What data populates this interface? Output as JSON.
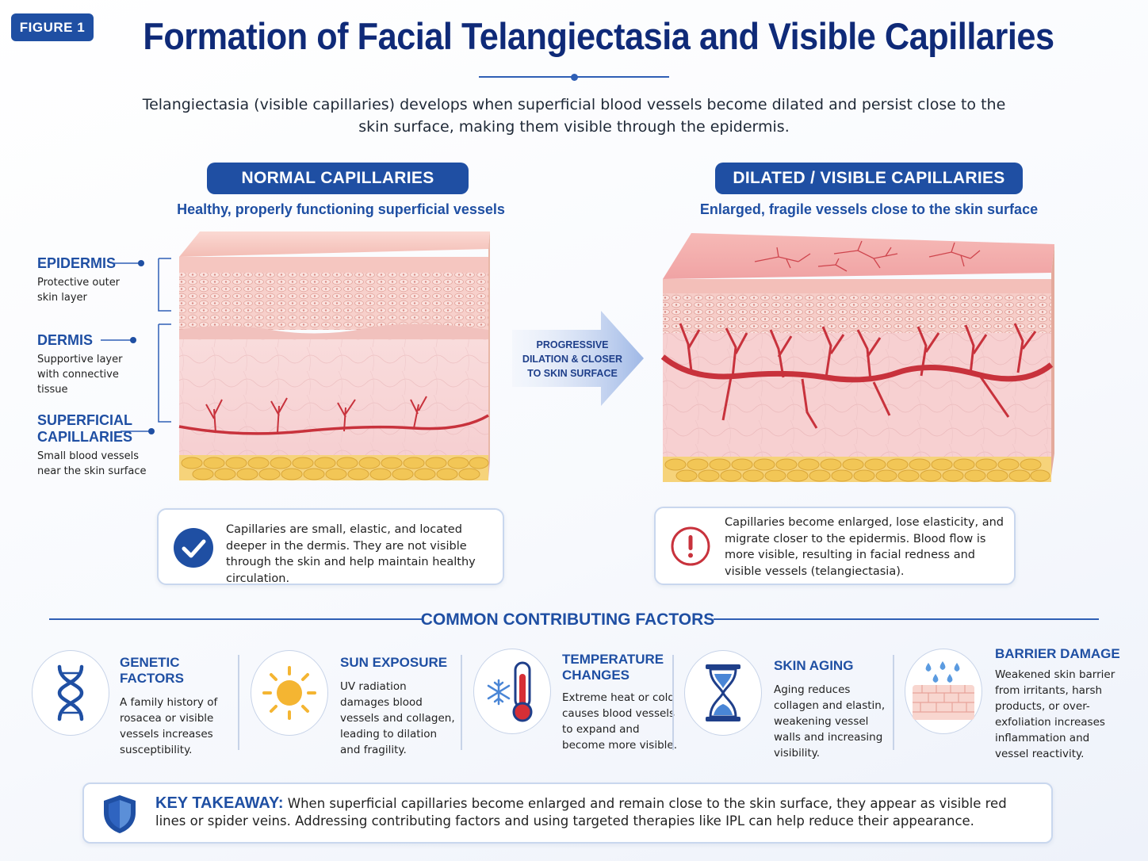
{
  "badge": "FIGURE 1",
  "title": "Formation of Facial Telangiectasia and Visible Capillaries",
  "intro": "Telangiectasia (visible capillaries) develops when superficial blood vessels become dilated and persist close to the skin surface, making them visible through the epidermis.",
  "normal": {
    "label": "NORMAL CAPILLARIES",
    "subtitle": "Healthy, properly functioning superficial vessels",
    "info": "Capillaries are small, elastic, and located deeper in the dermis. They are not visible through the skin and help maintain healthy circulation.",
    "info_icon": "checkmark-icon"
  },
  "dilated": {
    "label": "DILATED / VISIBLE CAPILLARIES",
    "subtitle": "Enlarged, fragile vessels close to the skin surface",
    "info": "Capillaries become enlarged, lose elasticity, and migrate closer to the epidermis. Blood flow is more visible, resulting in facial redness and visible vessels (telangiectasia).",
    "info_icon": "exclamation-icon"
  },
  "layers": [
    {
      "title": "EPIDERMIS",
      "desc": "Protective outer skin layer"
    },
    {
      "title": "DERMIS",
      "desc": "Supportive layer with connective tissue"
    },
    {
      "title": "SUPERFICIAL CAPILLARIES",
      "desc": "Small blood vessels near the skin surface"
    }
  ],
  "arrow": {
    "text": "PROGRESSIVE DILATION & CLOSER TO SKIN SURFACE"
  },
  "factors_title": "COMMON CONTRIBUTING FACTORS",
  "factors": [
    {
      "title": "GENETIC FACTORS",
      "desc": "A family history of rosacea or visible vessels increases susceptibility.",
      "icon": "dna-icon"
    },
    {
      "title": "SUN EXPOSURE",
      "desc": "UV radiation damages blood vessels and collagen, leading to dilation and fragility.",
      "icon": "sun-icon"
    },
    {
      "title": "TEMPERATURE CHANGES",
      "desc": "Extreme heat or cold causes blood vessels to expand and become more visible.",
      "icon": "thermometer-icon"
    },
    {
      "title": "SKIN AGING",
      "desc": "Aging reduces collagen and elastin, weakening vessel walls and increasing visibility.",
      "icon": "hourglass-icon"
    },
    {
      "title": "BARRIER DAMAGE",
      "desc": "Weakened skin barrier from irritants, harsh products, or over-exfoliation increases inflammation and vessel reactivity.",
      "icon": "skin-barrier-icon"
    }
  ],
  "takeaway": {
    "label": "KEY TAKEAWAY:",
    "text": "When superficial capillaries become enlarged and remain close to the skin surface, they appear as visible red lines or spider veins. Addressing contributing factors and using targeted therapies like IPL can help reduce their appearance.",
    "icon": "shield-icon"
  },
  "colors": {
    "primary": "#1f4fa3",
    "title": "#0f2a78",
    "vessel": "#c8323c",
    "skin": "#f6c9c6",
    "fat": "#f2c656"
  }
}
